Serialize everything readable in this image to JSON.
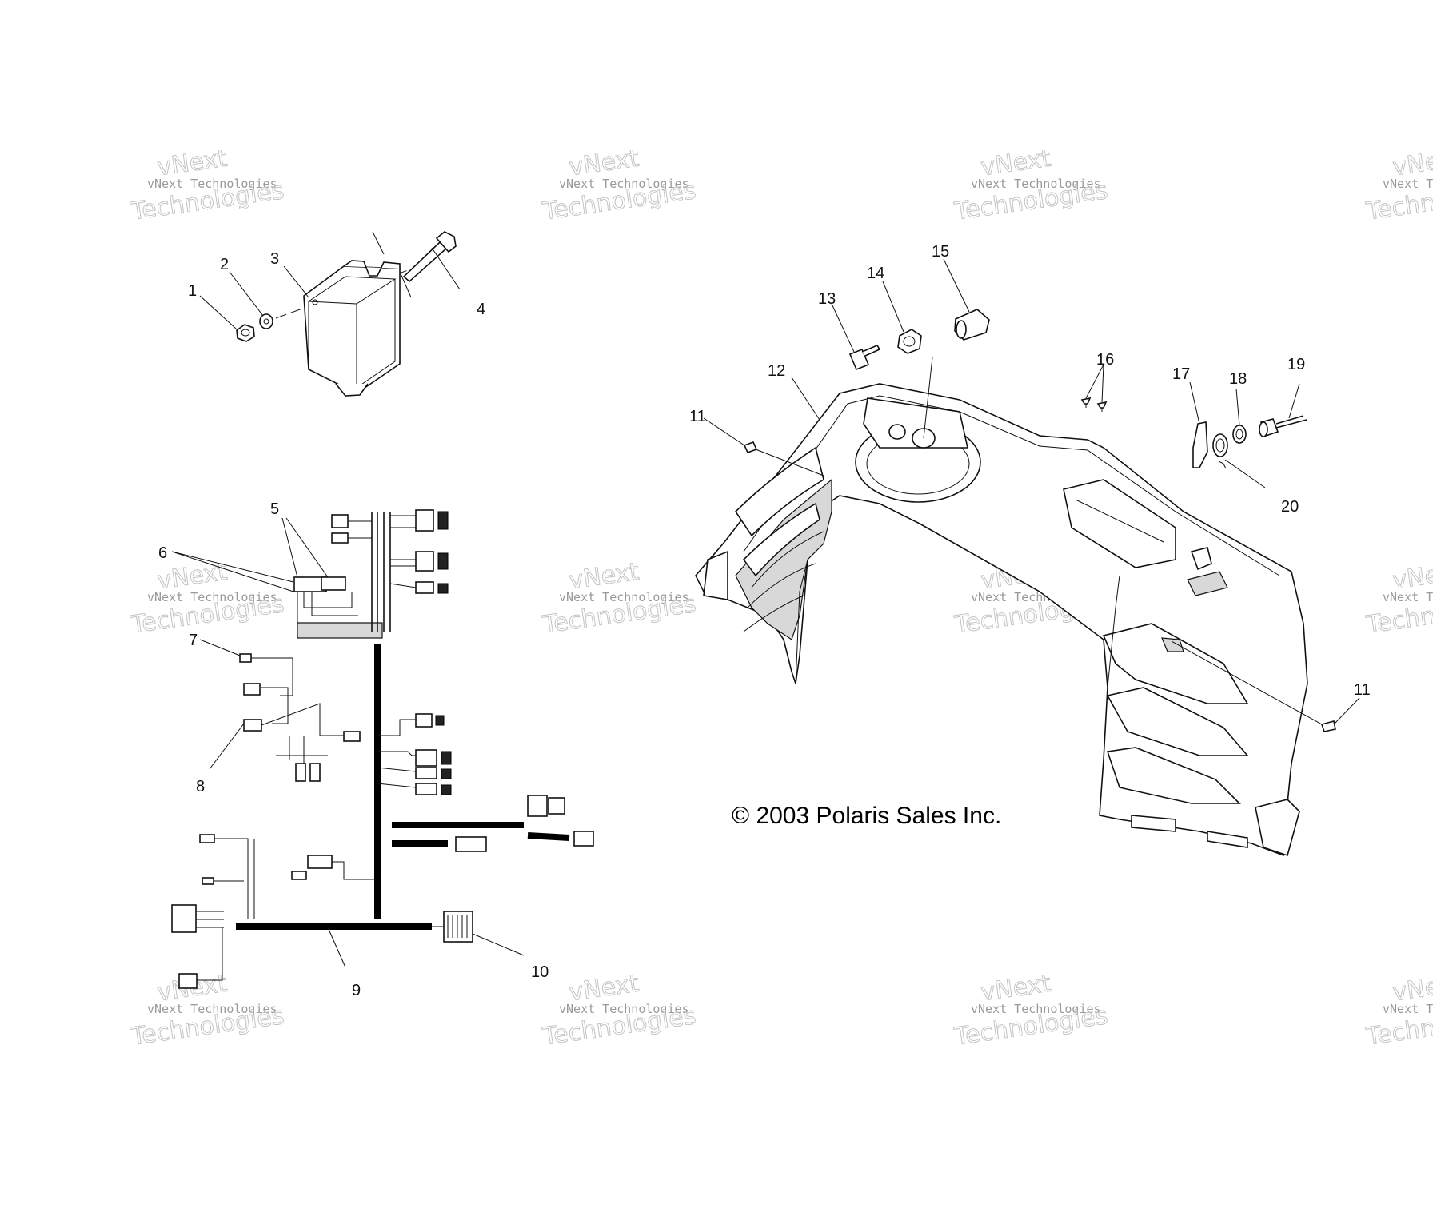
{
  "copyright": "© 2003 Polaris Sales Inc.",
  "watermark": {
    "small": "vNext Technologies",
    "top": "vNext",
    "bottom": "Technologies"
  },
  "callouts": [
    "1",
    "2",
    "3",
    "4",
    "5",
    "6",
    "7",
    "8",
    "9",
    "10",
    "11",
    "11",
    "12",
    "13",
    "14",
    "15",
    "16",
    "17",
    "18",
    "19",
    "20"
  ]
}
